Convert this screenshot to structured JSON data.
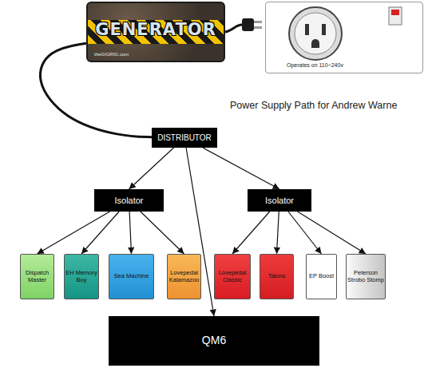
{
  "diagram": {
    "title": "Power Supply Path for Andrew Warne",
    "nodes": [
      {
        "text": [
          "GENERATOR",
          "theGIGRIG.com"
        ]
      },
      {
        "text": [
          "Operates on 110~240v"
        ]
      },
      {
        "text": [
          "DISTRIBUTOR"
        ]
      },
      {
        "text": [
          "Isolator"
        ]
      },
      {
        "text": [
          "Isolator"
        ]
      },
      {
        "text": [
          "Dispatch Master"
        ]
      },
      {
        "text": [
          "EH Memory Boy"
        ]
      },
      {
        "text": [
          "Sea Machine"
        ]
      },
      {
        "text": [
          "Lovepedal Kalamazoo"
        ]
      },
      {
        "text": [
          "Lovepedal Classic"
        ]
      },
      {
        "text": [
          "Talons"
        ]
      },
      {
        "text": [
          "EP Boost"
        ]
      },
      {
        "text": [
          "Peterson Strobo Stomp"
        ]
      },
      {
        "text": [
          "QM6"
        ]
      }
    ],
    "edges": [
      {
        "from": 0,
        "to": 2,
        "arrow": "none"
      },
      {
        "from": 2,
        "to": 3,
        "arrow": "to"
      },
      {
        "from": 2,
        "to": 13,
        "arrow": "to"
      },
      {
        "from": 2,
        "to": 4,
        "arrow": "to"
      },
      {
        "from": 3,
        "to": 5,
        "arrow": "to"
      },
      {
        "from": 3,
        "to": 6,
        "arrow": "to"
      },
      {
        "from": 3,
        "to": 7,
        "arrow": "to"
      },
      {
        "from": 3,
        "to": 8,
        "arrow": "to"
      },
      {
        "from": 4,
        "to": 9,
        "arrow": "to"
      },
      {
        "from": 4,
        "to": 10,
        "arrow": "to"
      },
      {
        "from": 4,
        "to": 11,
        "arrow": "to"
      },
      {
        "from": 4,
        "to": 12,
        "arrow": "to"
      }
    ]
  }
}
